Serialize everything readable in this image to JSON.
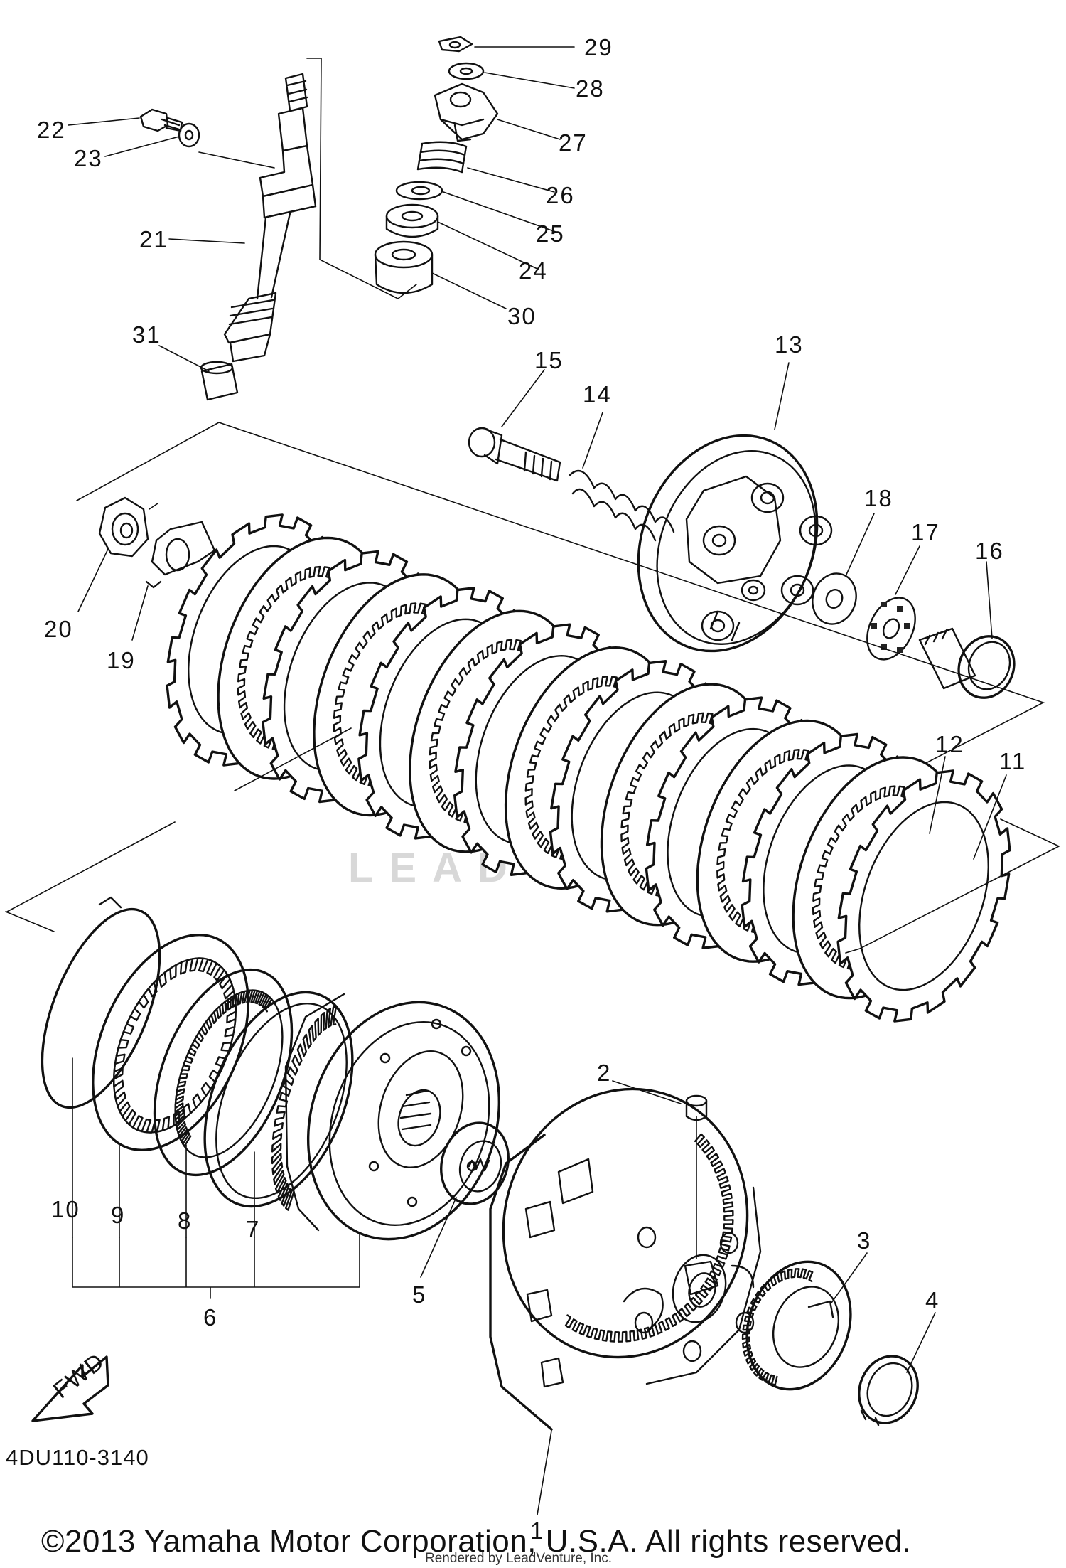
{
  "diagram": {
    "part_code": "4DU110-3140",
    "fwd_label": "FWD",
    "watermark": "LEADVENTURE",
    "callouts": [
      "1",
      "2",
      "3",
      "4",
      "5",
      "6",
      "7",
      "8",
      "9",
      "10",
      "11",
      "12",
      "13",
      "14",
      "15",
      "16",
      "17",
      "18",
      "19",
      "20",
      "21",
      "22",
      "23",
      "24",
      "25",
      "26",
      "27",
      "28",
      "29",
      "30",
      "31"
    ]
  },
  "footer": {
    "copyright": "©2013 Yamaha Motor Corporation, U.S.A. All rights reserved.",
    "rendered_by": "Rendered by LeadVenture, Inc."
  }
}
